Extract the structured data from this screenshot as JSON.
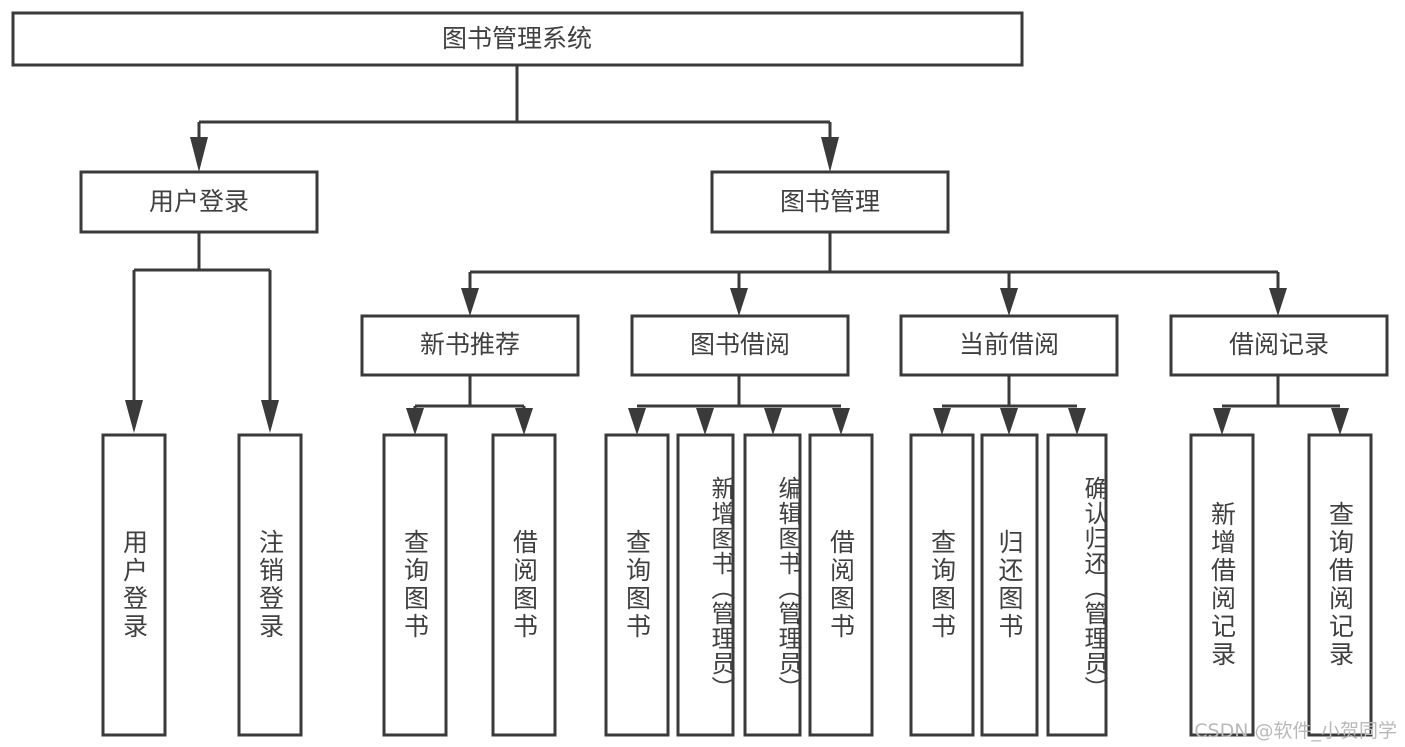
{
  "diagram": {
    "type": "tree",
    "title": "图书管理系统",
    "orientation": "top-down",
    "background_color": "#ffffff",
    "border_color": "#3a3a3a",
    "text_color": "#404040"
  },
  "nodes": {
    "root": {
      "label": "图书管理系统",
      "level": 0
    },
    "level1": [
      {
        "id": "user-login",
        "label": "用户登录"
      },
      {
        "id": "book-manage",
        "label": "图书管理"
      }
    ],
    "level2": [
      {
        "id": "new-book-recommend",
        "label": "新书推荐",
        "parent": "book-manage"
      },
      {
        "id": "book-borrow",
        "label": "图书借阅",
        "parent": "book-manage"
      },
      {
        "id": "current-borrow",
        "label": "当前借阅",
        "parent": "book-manage"
      },
      {
        "id": "borrow-record",
        "label": "借阅记录",
        "parent": "book-manage"
      }
    ],
    "leaves": [
      {
        "id": "leaf-user-login",
        "label": "用户登录",
        "parent": "user-login"
      },
      {
        "id": "leaf-logout-login",
        "label": "注销登录",
        "parent": "user-login"
      },
      {
        "id": "leaf-query-book-1",
        "label": "查询图书",
        "parent": "new-book-recommend"
      },
      {
        "id": "leaf-borrow-book-1",
        "label": "借阅图书",
        "parent": "new-book-recommend"
      },
      {
        "id": "leaf-query-book-2",
        "label": "查询图书",
        "parent": "book-borrow"
      },
      {
        "id": "leaf-add-book",
        "label": "新增图书（管理员）",
        "parent": "book-borrow"
      },
      {
        "id": "leaf-edit-book",
        "label": "编辑图书（管理员）",
        "parent": "book-borrow"
      },
      {
        "id": "leaf-borrow-book-2",
        "label": "借阅图书",
        "parent": "book-borrow"
      },
      {
        "id": "leaf-query-book-3",
        "label": "查询图书",
        "parent": "current-borrow"
      },
      {
        "id": "leaf-return-book",
        "label": "归还图书",
        "parent": "current-borrow"
      },
      {
        "id": "leaf-confirm-return",
        "label": "确认归还（管理员）",
        "parent": "current-borrow"
      },
      {
        "id": "leaf-add-record",
        "label": "新增借阅记录",
        "parent": "borrow-record"
      },
      {
        "id": "leaf-query-record",
        "label": "查询借阅记录",
        "parent": "borrow-record"
      }
    ]
  },
  "watermark": {
    "text": "CSDN @软件_小贺同学"
  }
}
